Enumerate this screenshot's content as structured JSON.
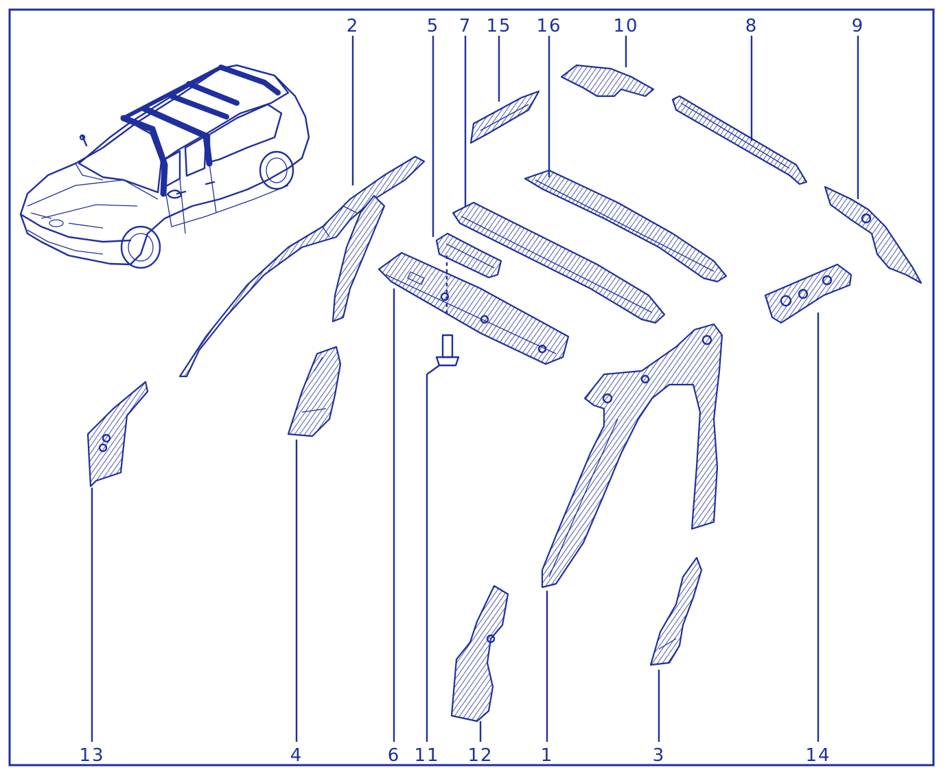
{
  "diagram": {
    "ink_color": "#1f2f9e",
    "background": "#ffffff",
    "part_labels": [
      "2",
      "5",
      "7",
      "15",
      "16",
      "10",
      "8",
      "9",
      "13",
      "4",
      "6",
      "11",
      "12",
      "1",
      "3",
      "14"
    ]
  }
}
